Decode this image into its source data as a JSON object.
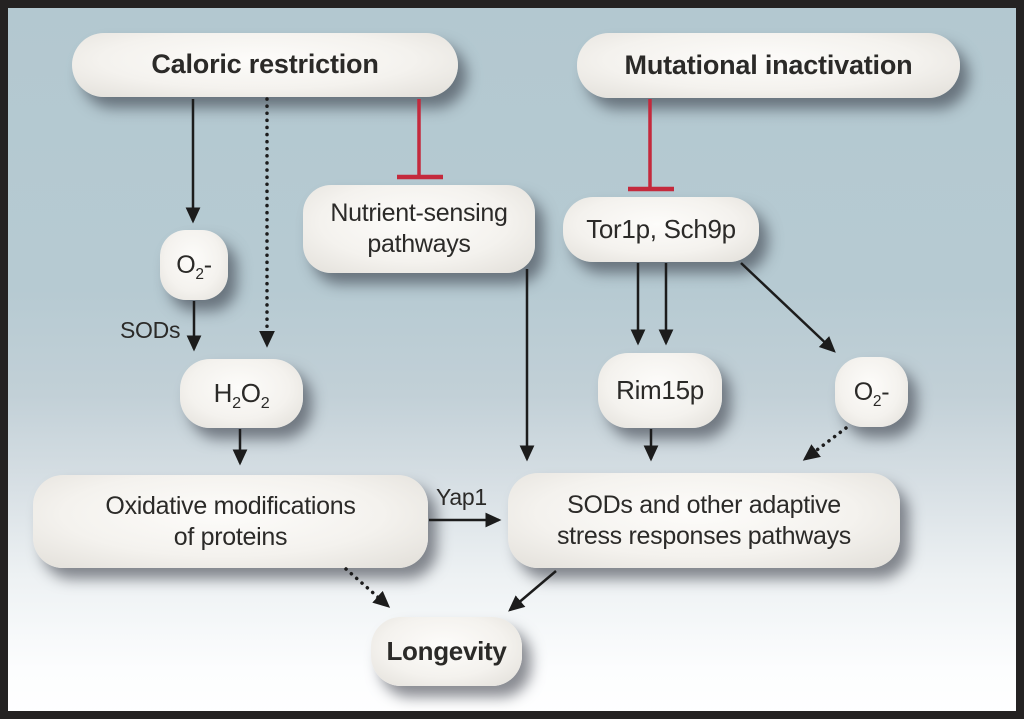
{
  "nodes": {
    "caloric": {
      "label": "Caloric restriction"
    },
    "mutational": {
      "label": "Mutational inactivation"
    },
    "nutrient": {
      "line1": "Nutrient-sensing",
      "line2": "pathways"
    },
    "tor": {
      "label": "Tor1p, Sch9p"
    },
    "o2_left": {
      "p1": "O",
      "sub": "2",
      "charge": "-"
    },
    "h2o2": {
      "p1": "H",
      "sub1": "2",
      "p2": "O",
      "sub2": "2"
    },
    "rim15": {
      "label": "Rim15p"
    },
    "o2_right": {
      "p1": "O",
      "sub": "2",
      "charge": "-"
    },
    "oxidative": {
      "line1": "Oxidative modifications",
      "line2": "of proteins"
    },
    "sods_box": {
      "line1": "SODs and other adaptive",
      "line2": "stress responses pathways"
    },
    "longevity": {
      "label": "Longevity"
    }
  },
  "edge_labels": {
    "sods": "SODs",
    "yap1": "Yap1"
  },
  "colors": {
    "inhibition_red": "#c4293c",
    "arrow_black": "#1c1c1c",
    "background_top": "#b5c9d1",
    "background_bottom": "#ffffff",
    "node_fill": "#f6f4f0",
    "frame_border": "#242222",
    "text": "#2b2a28"
  }
}
